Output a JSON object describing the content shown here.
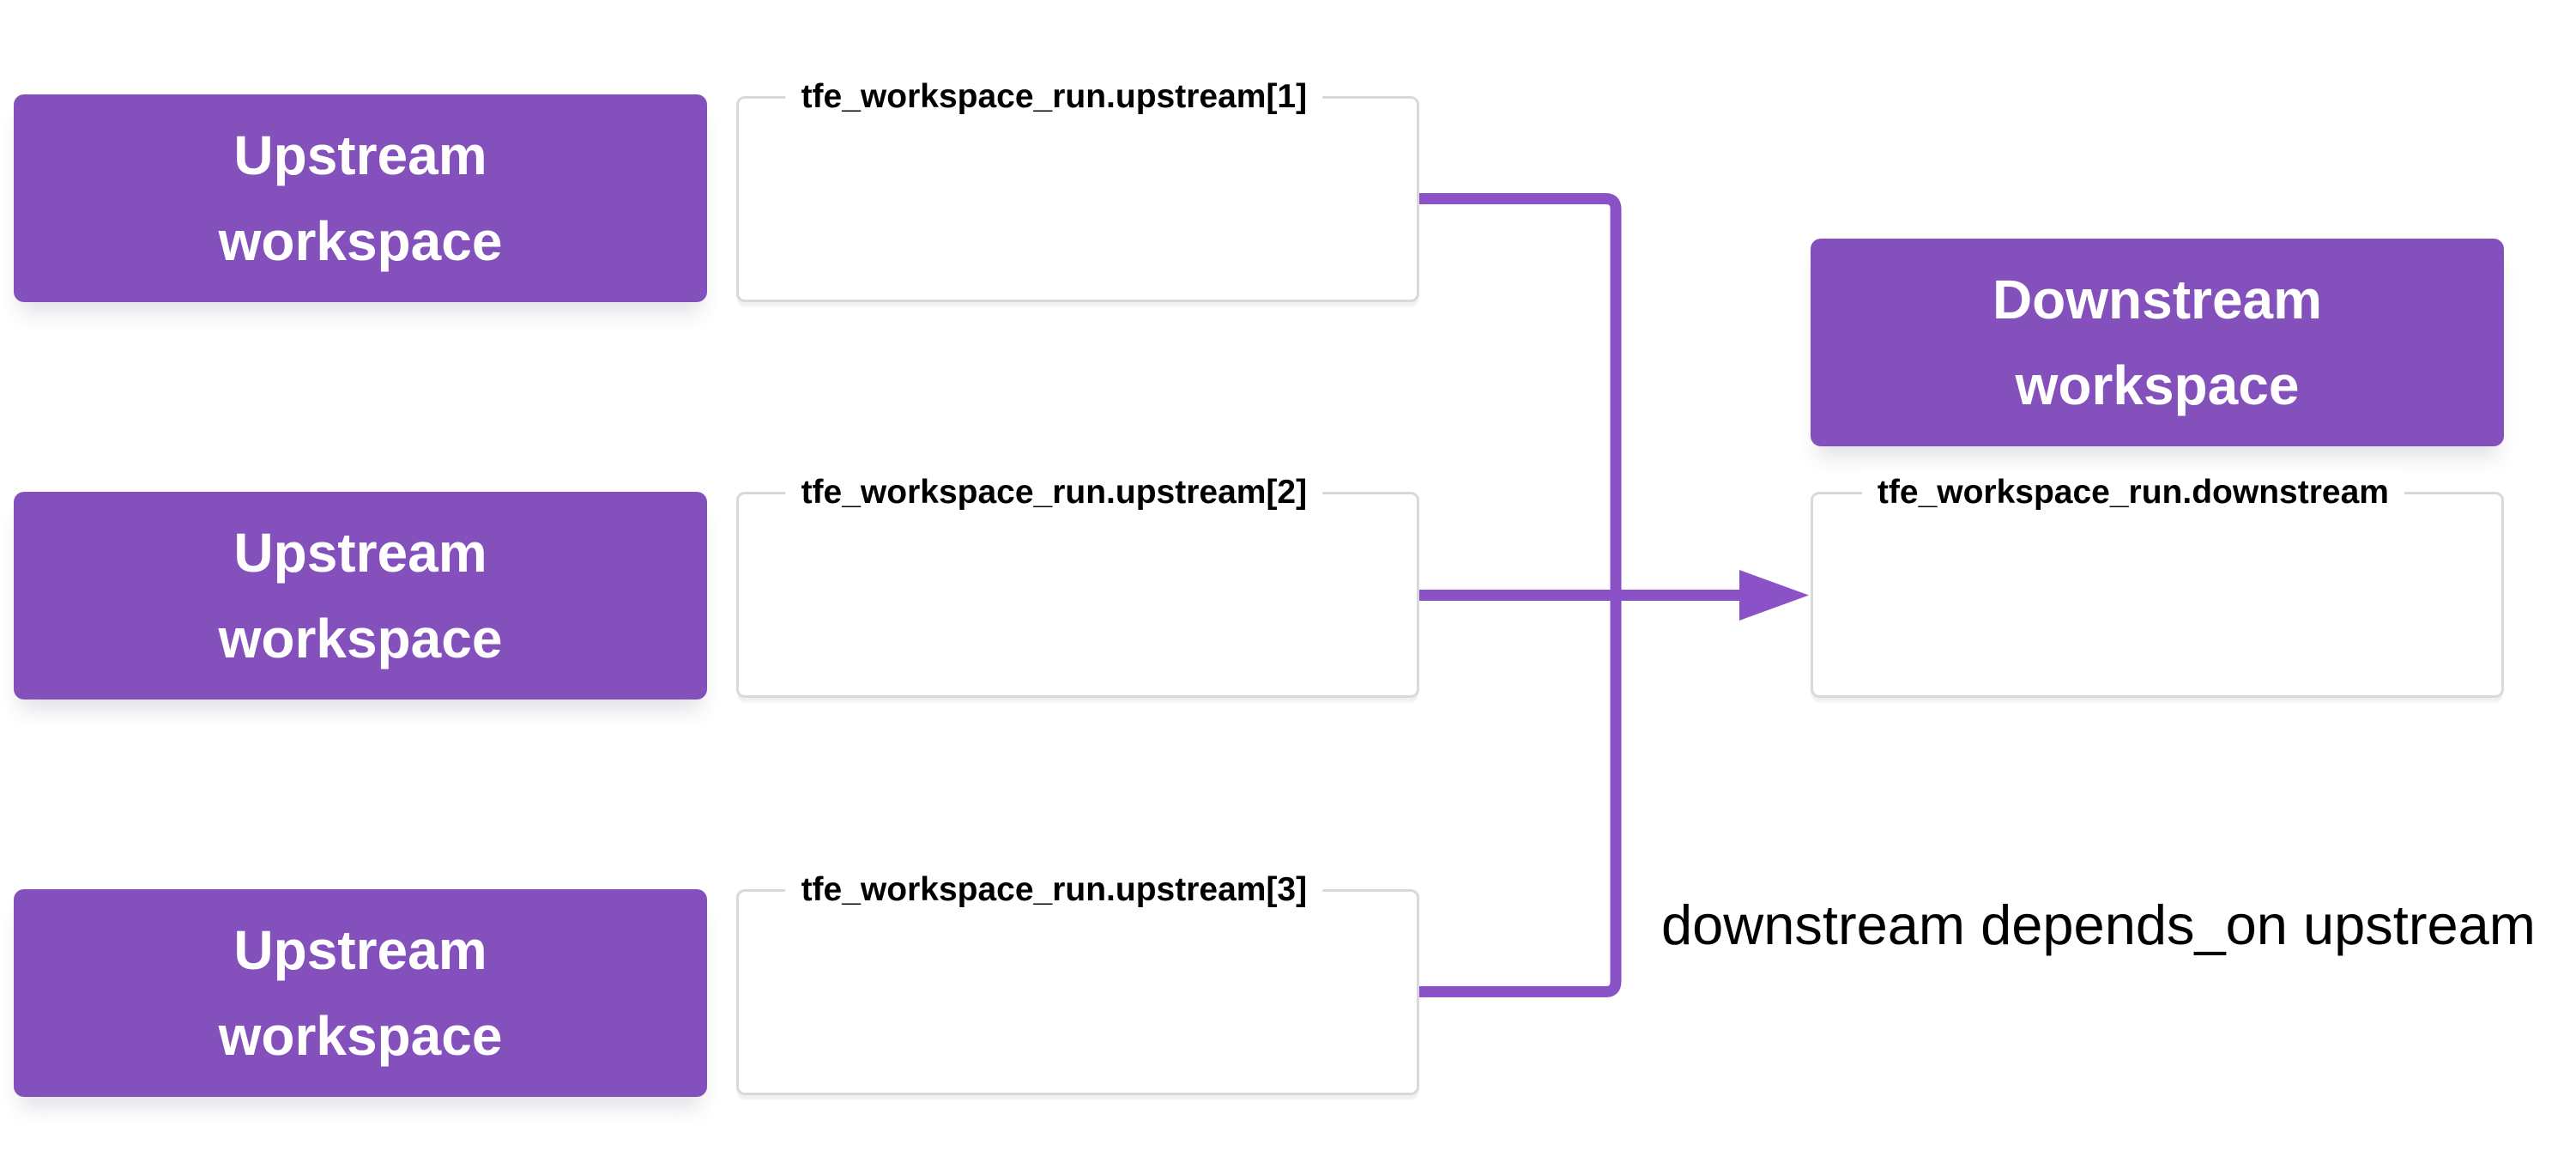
{
  "diagram": {
    "annotation": "downstream depends_on upstream",
    "upstream_nodes": [
      {
        "title_lines": [
          "Upstream",
          "workspace"
        ],
        "resource_label": "tfe_workspace_run.upstream[1]"
      },
      {
        "title_lines": [
          "Upstream",
          "workspace"
        ],
        "resource_label": "tfe_workspace_run.upstream[2]"
      },
      {
        "title_lines": [
          "Upstream",
          "workspace"
        ],
        "resource_label": "tfe_workspace_run.upstream[3]"
      }
    ],
    "downstream_node": {
      "title_lines": [
        "Downstream",
        "workspace"
      ],
      "resource_label": "tfe_workspace_run.downstream"
    }
  },
  "colors": {
    "background": "#ffffff",
    "node_fill": "#8450bc",
    "node_text": "#ffffff",
    "connector": "#8a52c6",
    "resource_border": "#d9d9d9",
    "resource_fill": "#ffffff",
    "label_text": "#000000",
    "annotation_text": "#000000"
  }
}
